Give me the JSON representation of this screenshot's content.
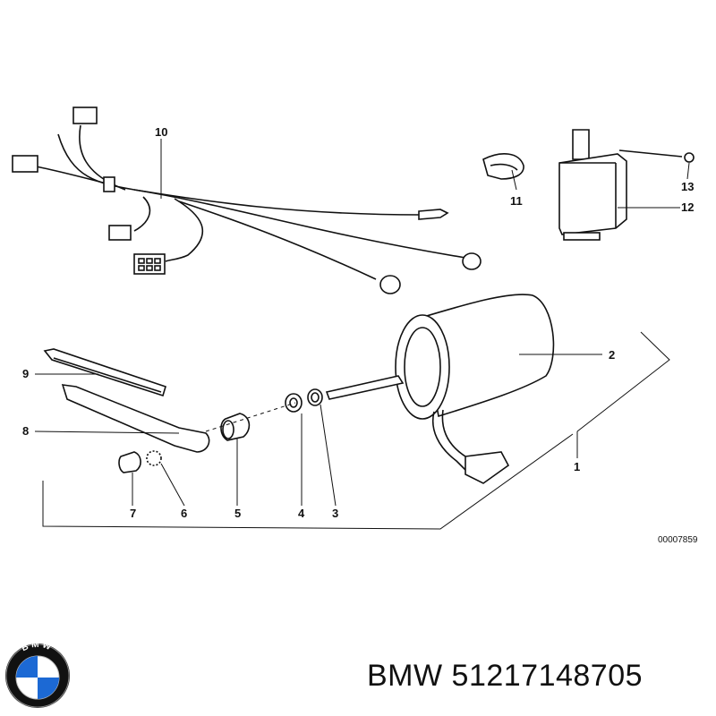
{
  "diagram": {
    "callouts": [
      "1",
      "2",
      "3",
      "4",
      "5",
      "6",
      "7",
      "8",
      "9",
      "10",
      "11",
      "12",
      "13"
    ],
    "reference_number": "00007859"
  },
  "brand": {
    "logo_text": "BMW",
    "part_text": "BMW 51217148705"
  },
  "colors": {
    "ink": "#111111",
    "logo_blue": "#1c69d4",
    "logo_ring": "#111111"
  }
}
